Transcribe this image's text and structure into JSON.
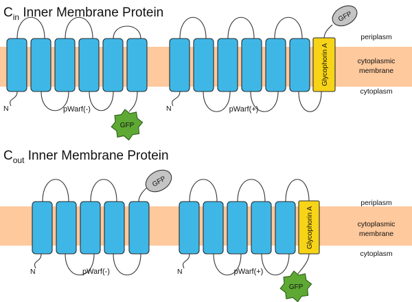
{
  "panels": [
    {
      "title_main": "C",
      "title_sub": "in",
      "title_rest": " Inner Membrane Protein",
      "construct_left": "pWarf(-)",
      "construct_right": "pWarf(+)",
      "n_left": "N",
      "n_right": "N",
      "gfp_left": "GFP",
      "gfp_right": "GFP",
      "glycophorin": "Glycophorin A",
      "region_top": "periplasm",
      "region_mid_1": "cytoplasmic",
      "region_mid_2": "membrane",
      "region_bottom": "cytoplasm"
    },
    {
      "title_main": "C",
      "title_sub": "out",
      "title_rest": " Inner Membrane Protein",
      "construct_left": "pWarf(-)",
      "construct_right": "pWarf(+)",
      "n_left": "N",
      "n_right": "N",
      "gfp_left": "GFP",
      "gfp_right": "GFP",
      "glycophorin": "Glycophorin A",
      "region_top": "periplasm",
      "region_mid_1": "cytoplasmic",
      "region_mid_2": "membrane",
      "region_bottom": "cytoplasm"
    }
  ],
  "colors": {
    "membrane": "#fdc99d",
    "helix": "#3fb7e6",
    "glycophorin": "#f7d417",
    "gfp_periplasmic": "#c4c4c4",
    "gfp_cytoplasmic": "#5ea834"
  }
}
